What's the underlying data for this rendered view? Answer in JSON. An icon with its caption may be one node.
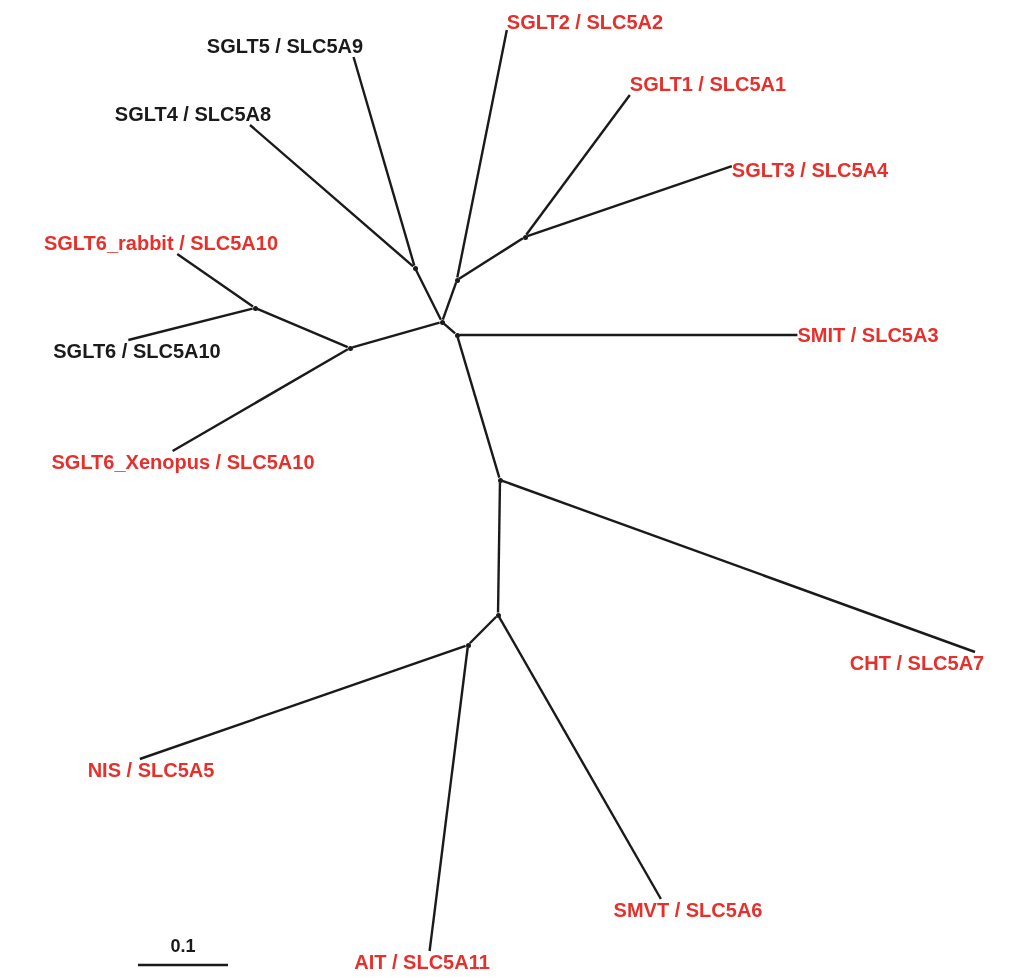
{
  "diagram": {
    "nodes": [
      {
        "text": [
          "SGLT2 / SLC5A2"
        ]
      },
      {
        "text": [
          "SGLT5 / SLC5A9"
        ]
      },
      {
        "text": [
          "SGLT1 / SLC5A1"
        ]
      },
      {
        "text": [
          "SGLT4 / SLC5A8"
        ]
      },
      {
        "text": [
          "SGLT3 / SLC5A4"
        ]
      },
      {
        "text": [
          "SGLT6_rabbit / SLC5A10"
        ]
      },
      {
        "text": [
          "SMIT / SLC5A3"
        ]
      },
      {
        "text": [
          "SGLT6 / SLC5A10"
        ]
      },
      {
        "text": [
          "SGLT6_Xenopus / SLC5A10"
        ]
      },
      {
        "text": [
          "CHT / SLC5A7"
        ]
      },
      {
        "text": [
          "NIS / SLC5A5"
        ]
      },
      {
        "text": [
          "SMVT / SLC5A6"
        ]
      },
      {
        "text": [
          "AIT / SLC5A11"
        ]
      },
      {
        "text": [],
        "shape": "point"
      },
      {
        "text": [],
        "shape": "point"
      },
      {
        "text": [],
        "shape": "point"
      },
      {
        "text": [],
        "shape": "point"
      },
      {
        "text": [],
        "shape": "point"
      },
      {
        "text": [],
        "shape": "point"
      },
      {
        "text": [],
        "shape": "point"
      },
      {
        "text": [],
        "shape": "point"
      },
      {
        "text": [],
        "shape": "point"
      },
      {
        "text": [],
        "shape": "point"
      }
    ],
    "edges": [
      {
        "from": 15,
        "to": 0,
        "arrow": "none"
      },
      {
        "from": 15,
        "to": 13,
        "arrow": "none"
      },
      {
        "from": 13,
        "to": 2,
        "arrow": "none"
      },
      {
        "from": 13,
        "to": 4,
        "arrow": "none"
      },
      {
        "from": 14,
        "to": 1,
        "arrow": "none"
      },
      {
        "from": 14,
        "to": 3,
        "arrow": "none"
      },
      {
        "from": 17,
        "to": 15,
        "arrow": "none"
      },
      {
        "from": 17,
        "to": 14,
        "arrow": "none"
      },
      {
        "from": 17,
        "to": 19,
        "arrow": "none"
      },
      {
        "from": 17,
        "to": 18,
        "arrow": "none"
      },
      {
        "from": 19,
        "to": 16,
        "arrow": "none"
      },
      {
        "from": 19,
        "to": 8,
        "arrow": "none"
      },
      {
        "from": 16,
        "to": 5,
        "arrow": "none"
      },
      {
        "from": 16,
        "to": 7,
        "arrow": "none"
      },
      {
        "from": 18,
        "to": 6,
        "arrow": "none"
      },
      {
        "from": 18,
        "to": 20,
        "arrow": "none"
      },
      {
        "from": 20,
        "to": 9,
        "arrow": "none"
      },
      {
        "from": 20,
        "to": 21,
        "arrow": "none"
      },
      {
        "from": 21,
        "to": 22,
        "arrow": "none"
      },
      {
        "from": 21,
        "to": 11,
        "arrow": "none"
      },
      {
        "from": 22,
        "to": 10,
        "arrow": "none"
      },
      {
        "from": 22,
        "to": 12,
        "arrow": "none"
      }
    ],
    "labels": [
      "0.1"
    ]
  }
}
